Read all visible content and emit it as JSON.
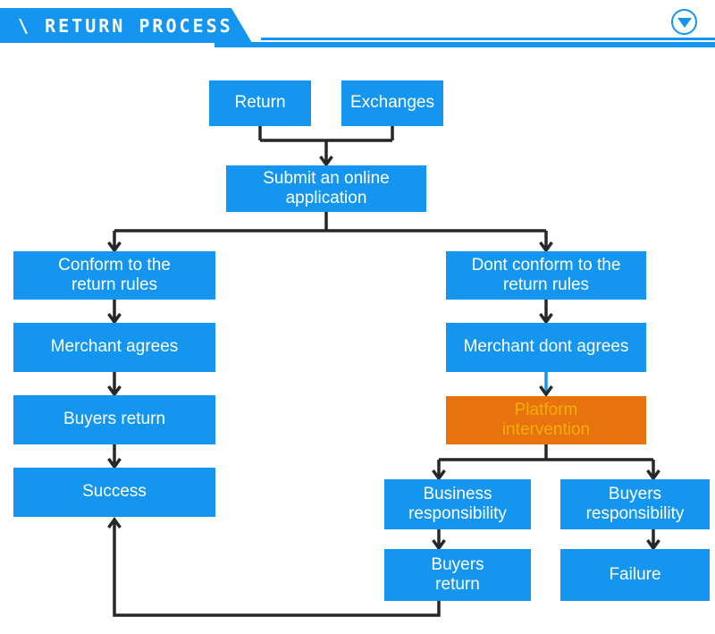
{
  "header": {
    "title": "\\ RETURN PROCESS",
    "scroll_icon": "chevron-down-circle-icon"
  },
  "colors": {
    "accent_blue": "#1496F0",
    "box_blue": "#1496F0",
    "highlight_orange": "#E8720E",
    "highlight_text_gold": "#F3AE07",
    "arrow_dark": "#27272a",
    "box_text": "#ffffff"
  },
  "flow": {
    "nodes": {
      "return": {
        "label": "Return"
      },
      "exchanges": {
        "label": "Exchanges"
      },
      "submit": {
        "label": "Submit an online\napplication"
      },
      "conform": {
        "label": "Conform to the\nreturn rules"
      },
      "merchant_agrees": {
        "label": "Merchant agrees"
      },
      "buyers_return_left": {
        "label": "Buyers return"
      },
      "success": {
        "label": "Success"
      },
      "dont_conform": {
        "label": "Dont conform to the\nreturn rules"
      },
      "merchant_dont_agrees": {
        "label": "Merchant dont agrees"
      },
      "platform": {
        "label": "Platform\nintervention"
      },
      "business_resp": {
        "label": "Business\nresponsibility"
      },
      "buyers_resp": {
        "label": "Buyers\nresponsibility"
      },
      "buyers_return_right": {
        "label": "Buyers\nreturn"
      },
      "failure": {
        "label": "Failure"
      }
    },
    "edges": [
      {
        "from": "return",
        "to": "submit",
        "style": "dark"
      },
      {
        "from": "exchanges",
        "to": "submit",
        "style": "dark"
      },
      {
        "from": "submit",
        "to": "conform",
        "style": "dark"
      },
      {
        "from": "submit",
        "to": "dont_conform",
        "style": "dark"
      },
      {
        "from": "conform",
        "to": "merchant_agrees",
        "style": "dark"
      },
      {
        "from": "merchant_agrees",
        "to": "buyers_return_left",
        "style": "dark"
      },
      {
        "from": "buyers_return_left",
        "to": "success",
        "style": "dark"
      },
      {
        "from": "dont_conform",
        "to": "merchant_dont_agrees",
        "style": "dark"
      },
      {
        "from": "merchant_dont_agrees",
        "to": "platform",
        "style": "blue-stem"
      },
      {
        "from": "platform",
        "to": "business_resp",
        "style": "dark"
      },
      {
        "from": "platform",
        "to": "buyers_resp",
        "style": "dark"
      },
      {
        "from": "business_resp",
        "to": "buyers_return_right",
        "style": "dark"
      },
      {
        "from": "buyers_resp",
        "to": "failure",
        "style": "dark"
      },
      {
        "from": "buyers_return_right",
        "to": "success",
        "style": "dark"
      }
    ]
  }
}
